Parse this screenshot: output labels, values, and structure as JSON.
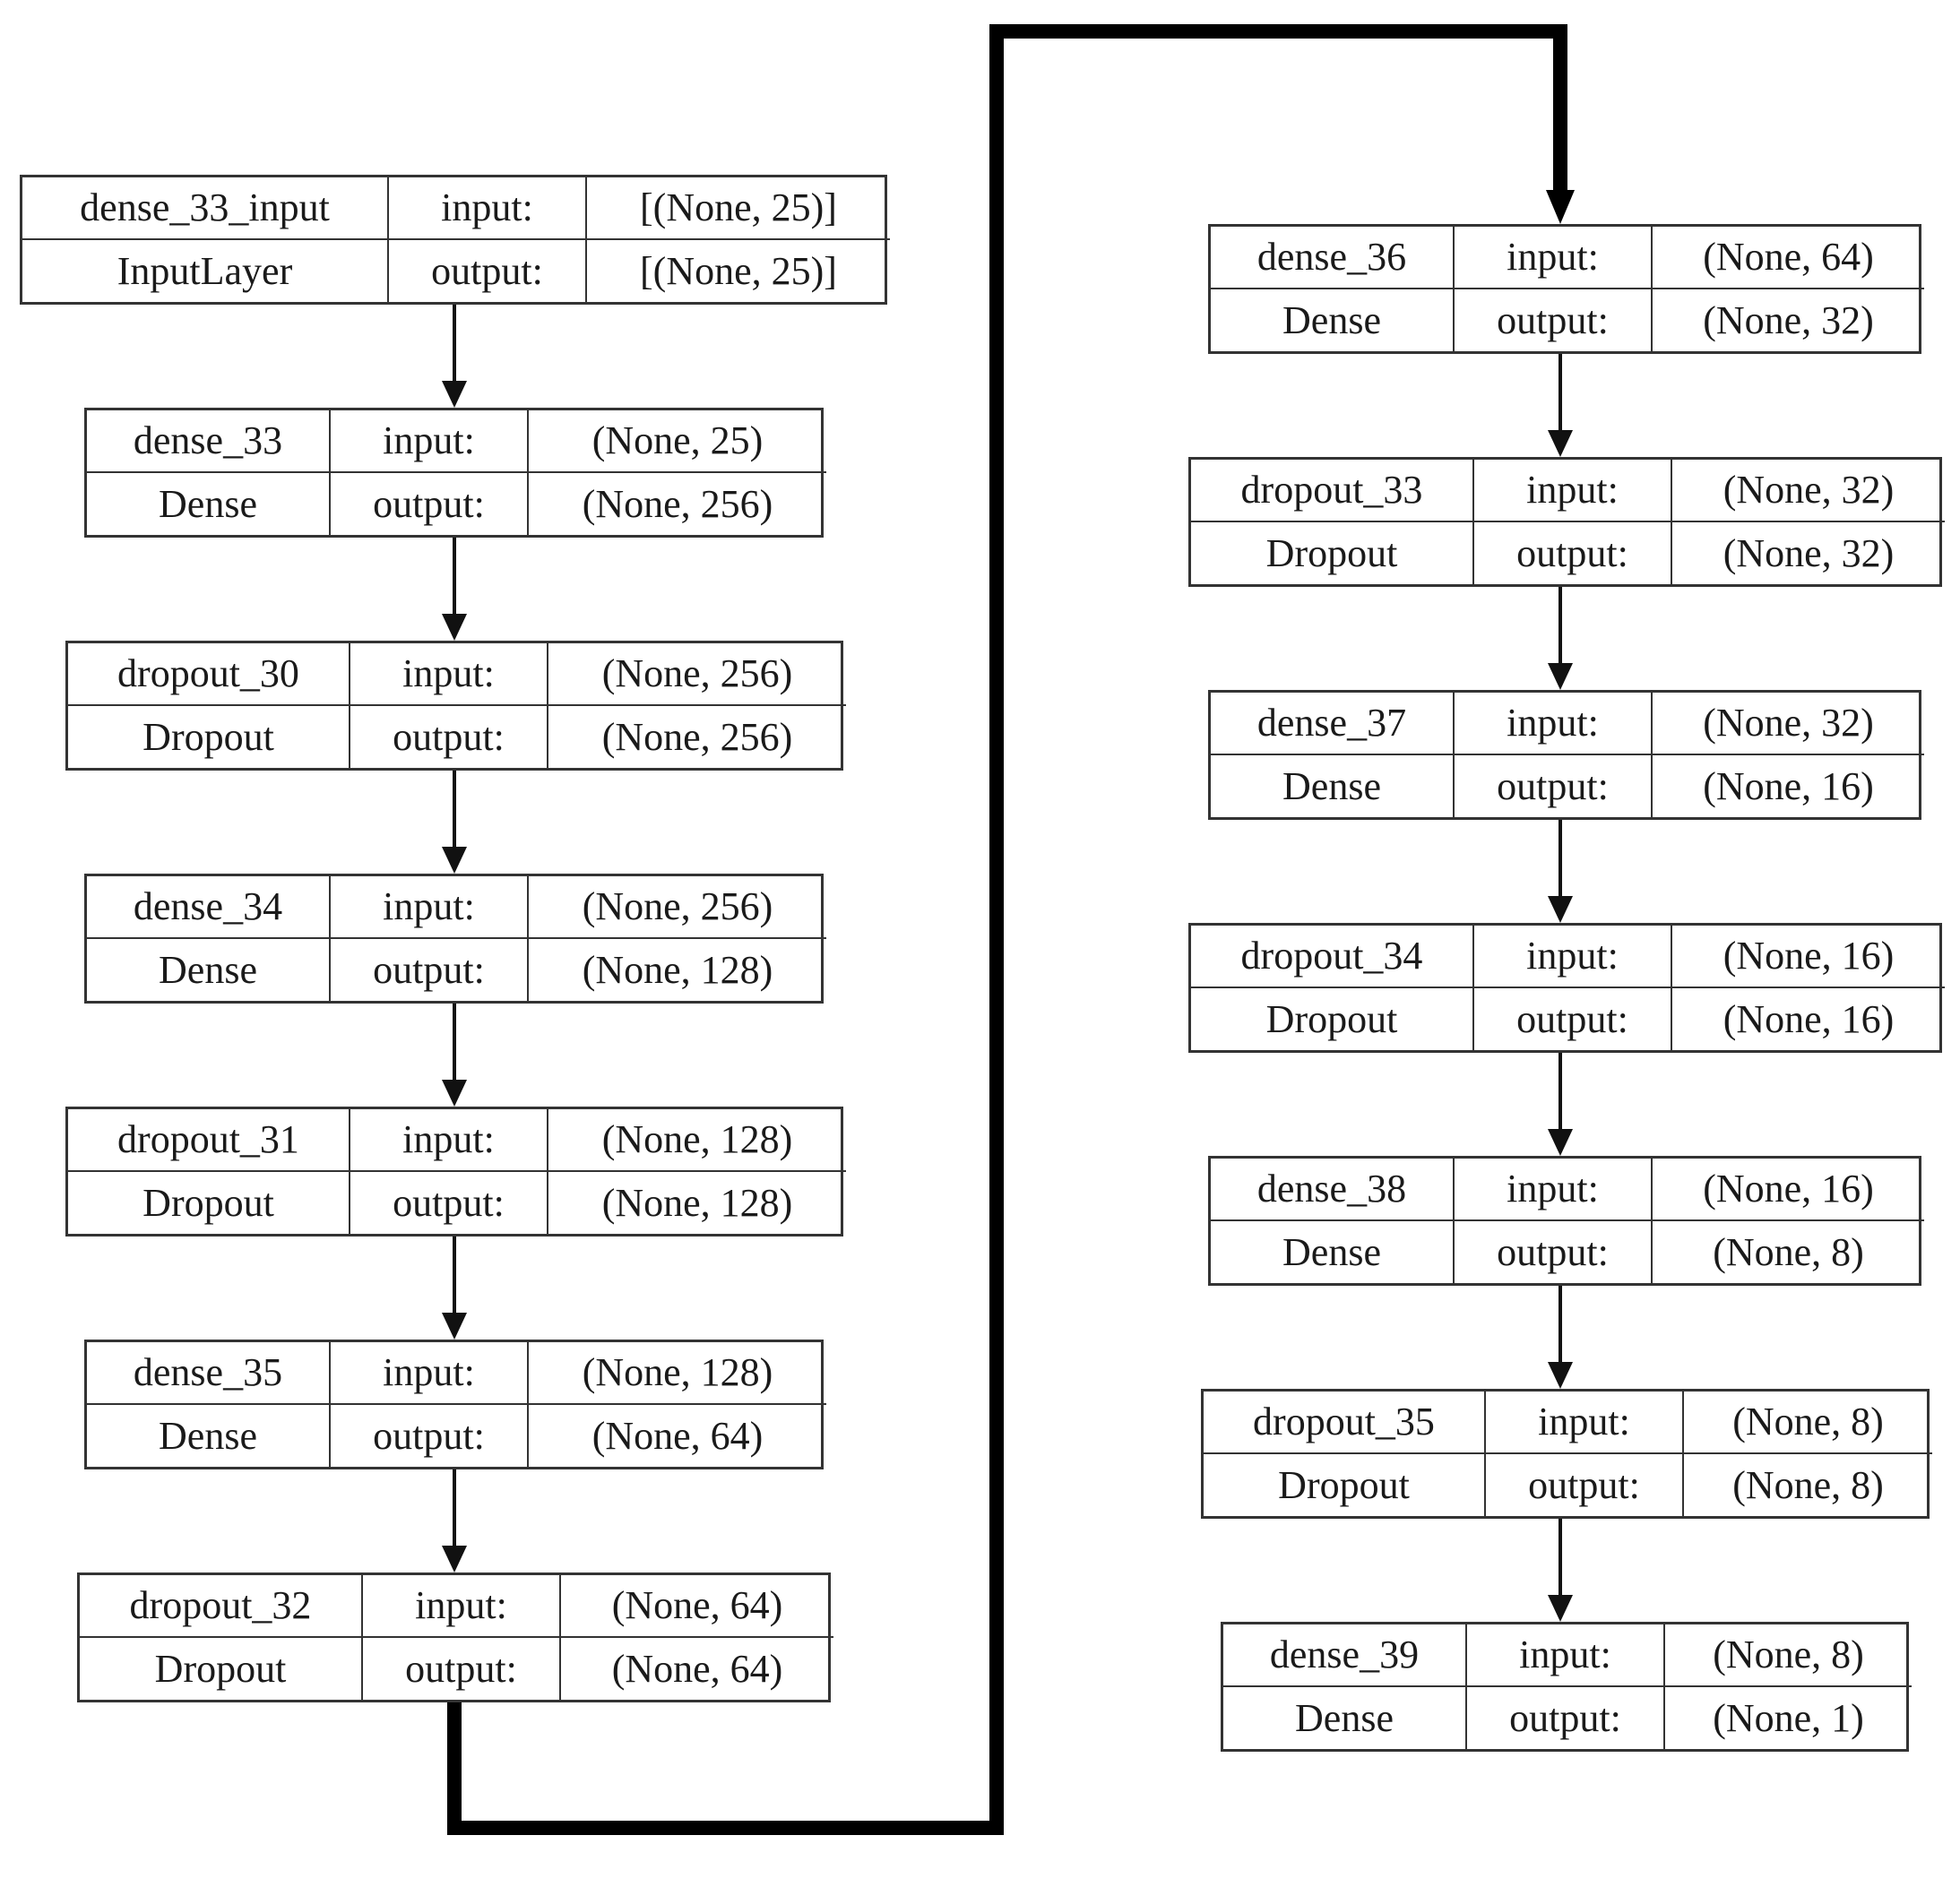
{
  "nodes": [
    {
      "name": "dense_33_input",
      "type": "InputLayer",
      "input_label": "input:",
      "output_label": "output:",
      "input_shape": "[(None, 25)]",
      "output_shape": "[(None, 25)]"
    },
    {
      "name": "dense_33",
      "type": "Dense",
      "input_label": "input:",
      "output_label": "output:",
      "input_shape": "(None, 25)",
      "output_shape": "(None, 256)"
    },
    {
      "name": "dropout_30",
      "type": "Dropout",
      "input_label": "input:",
      "output_label": "output:",
      "input_shape": "(None, 256)",
      "output_shape": "(None, 256)"
    },
    {
      "name": "dense_34",
      "type": "Dense",
      "input_label": "input:",
      "output_label": "output:",
      "input_shape": "(None, 256)",
      "output_shape": "(None, 128)"
    },
    {
      "name": "dropout_31",
      "type": "Dropout",
      "input_label": "input:",
      "output_label": "output:",
      "input_shape": "(None, 128)",
      "output_shape": "(None, 128)"
    },
    {
      "name": "dense_35",
      "type": "Dense",
      "input_label": "input:",
      "output_label": "output:",
      "input_shape": "(None, 128)",
      "output_shape": "(None, 64)"
    },
    {
      "name": "dropout_32",
      "type": "Dropout",
      "input_label": "input:",
      "output_label": "output:",
      "input_shape": "(None, 64)",
      "output_shape": "(None, 64)"
    },
    {
      "name": "dense_36",
      "type": "Dense",
      "input_label": "input:",
      "output_label": "output:",
      "input_shape": "(None, 64)",
      "output_shape": "(None, 32)"
    },
    {
      "name": "dropout_33",
      "type": "Dropout",
      "input_label": "input:",
      "output_label": "output:",
      "input_shape": "(None, 32)",
      "output_shape": "(None, 32)"
    },
    {
      "name": "dense_37",
      "type": "Dense",
      "input_label": "input:",
      "output_label": "output:",
      "input_shape": "(None, 32)",
      "output_shape": "(None, 16)"
    },
    {
      "name": "dropout_34",
      "type": "Dropout",
      "input_label": "input:",
      "output_label": "output:",
      "input_shape": "(None, 16)",
      "output_shape": "(None, 16)"
    },
    {
      "name": "dense_38",
      "type": "Dense",
      "input_label": "input:",
      "output_label": "output:",
      "input_shape": "(None, 16)",
      "output_shape": "(None, 8)"
    },
    {
      "name": "dropout_35",
      "type": "Dropout",
      "input_label": "input:",
      "output_label": "output:",
      "input_shape": "(None, 8)",
      "output_shape": "(None, 8)"
    },
    {
      "name": "dense_39",
      "type": "Dense",
      "input_label": "input:",
      "output_label": "output:",
      "input_shape": "(None, 8)",
      "output_shape": "(None, 1)"
    }
  ]
}
